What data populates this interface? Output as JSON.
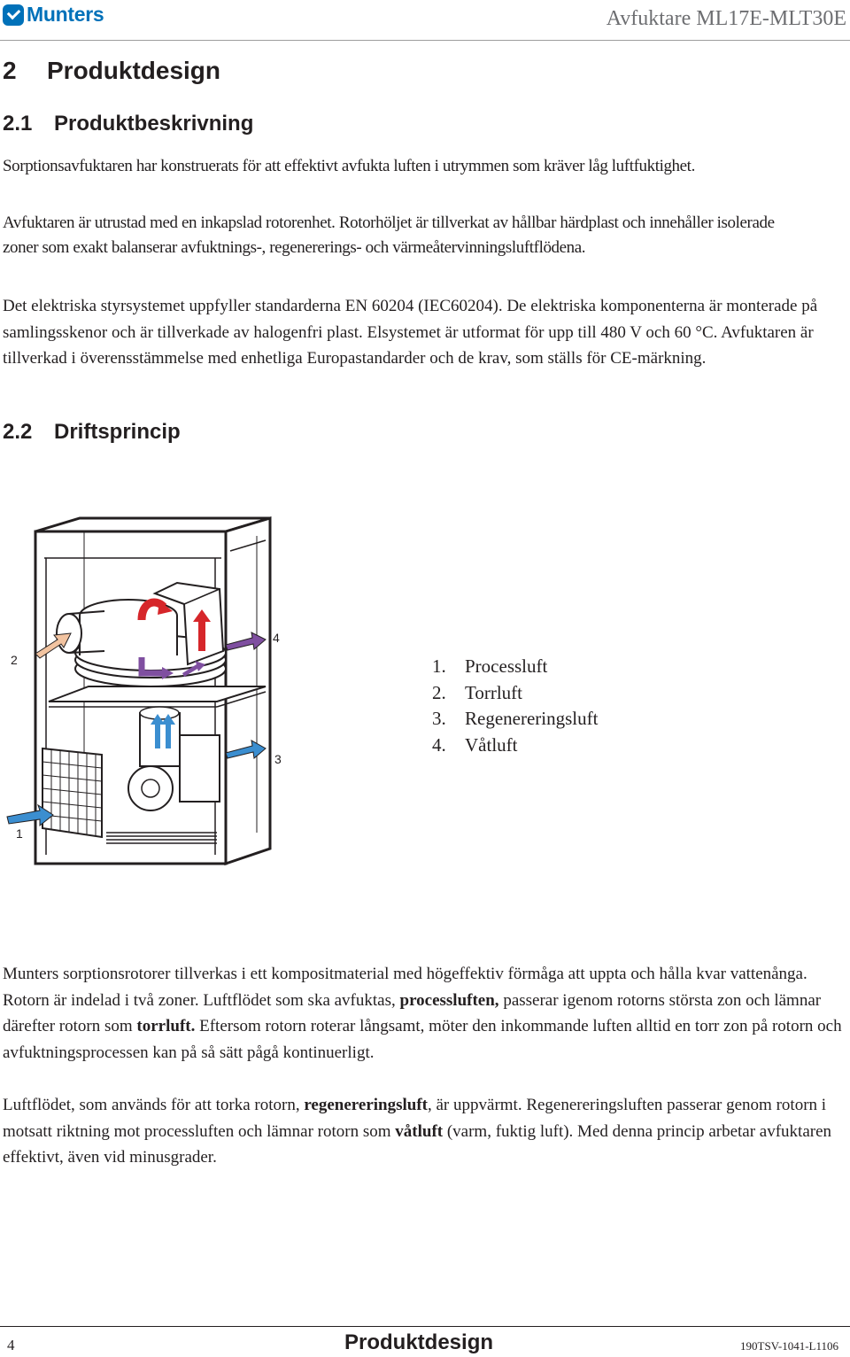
{
  "header": {
    "logo_text": "Munters",
    "title": "Avfuktare ML17E-MLT30E"
  },
  "section": {
    "number": "2",
    "title": "Produktdesign"
  },
  "sub1": {
    "number": "2.1",
    "title": "Produktbeskrivning"
  },
  "para1": "Sorptionsavfuktaren har konstruerats för att effektivt avfukta luften i utrymmen som kräver låg luftfuktighet.",
  "para2": "Avfuktaren är utrustad med en inkapslad rotorenhet. Rotorhöljet är tillverkat av hållbar härdplast och innehåller isolerade zoner som exakt balanserar avfuktnings-, regenererings- och värmeåtervinningsluftflödena.",
  "para3": "Det elektriska styrsystemet uppfyller standarderna EN 60204 (IEC60204). De elektriska komponenterna är monterade på samlingsskenor och är tillverkade av halogenfri plast. Elsystemet är utformat för upp till 480 V och 60 °C. Avfuktaren är tillverkad i överensstämmelse med enhetliga Europastandarder och de krav, som ställs för CE-märkning.",
  "sub2": {
    "number": "2.2",
    "title": "Driftsprincip"
  },
  "diagram": {
    "callouts": [
      "1",
      "2",
      "3",
      "4"
    ],
    "colors": {
      "process": "#3b8ed0",
      "dry": "#f2c3a0",
      "regen": "#d6262a",
      "wet": "#7f4fa0"
    }
  },
  "legend": [
    {
      "n": "1.",
      "label": "Processluft"
    },
    {
      "n": "2.",
      "label": "Torrluft"
    },
    {
      "n": "3.",
      "label": "Regenereringsluft"
    },
    {
      "n": "4.",
      "label": "Våtluft"
    }
  ],
  "para4": {
    "a": "Munters sorptionsrotorer tillverkas i ett kompositmaterial med högeffektiv förmåga att uppta och hålla kvar vattenånga. Rotorn är indelad i två zoner. Luftflödet som ska avfuktas, ",
    "b": "processluften,",
    "c": " passerar igenom rotorns största zon och lämnar därefter rotorn som ",
    "d": "torrluft.",
    "e": " Eftersom rotorn roterar långsamt, möter den inkommande luften alltid en torr zon på rotorn och avfuktningsprocessen kan på så sätt pågå kontinuerligt."
  },
  "para5": {
    "a": "Luftflödet, som används för att torka rotorn, ",
    "b": "regenereringsluft",
    "c": ", är uppvärmt. Regenereringsluften passerar genom rotorn i motsatt riktning mot processluften och lämnar rotorn som ",
    "d": "våtluft",
    "e": " (varm, fuktig luft). Med denna princip arbetar avfuktaren effektivt, även vid minusgrader."
  },
  "footer": {
    "page": "4",
    "title": "Produktdesign",
    "code": "190TSV-1041-L1106"
  }
}
